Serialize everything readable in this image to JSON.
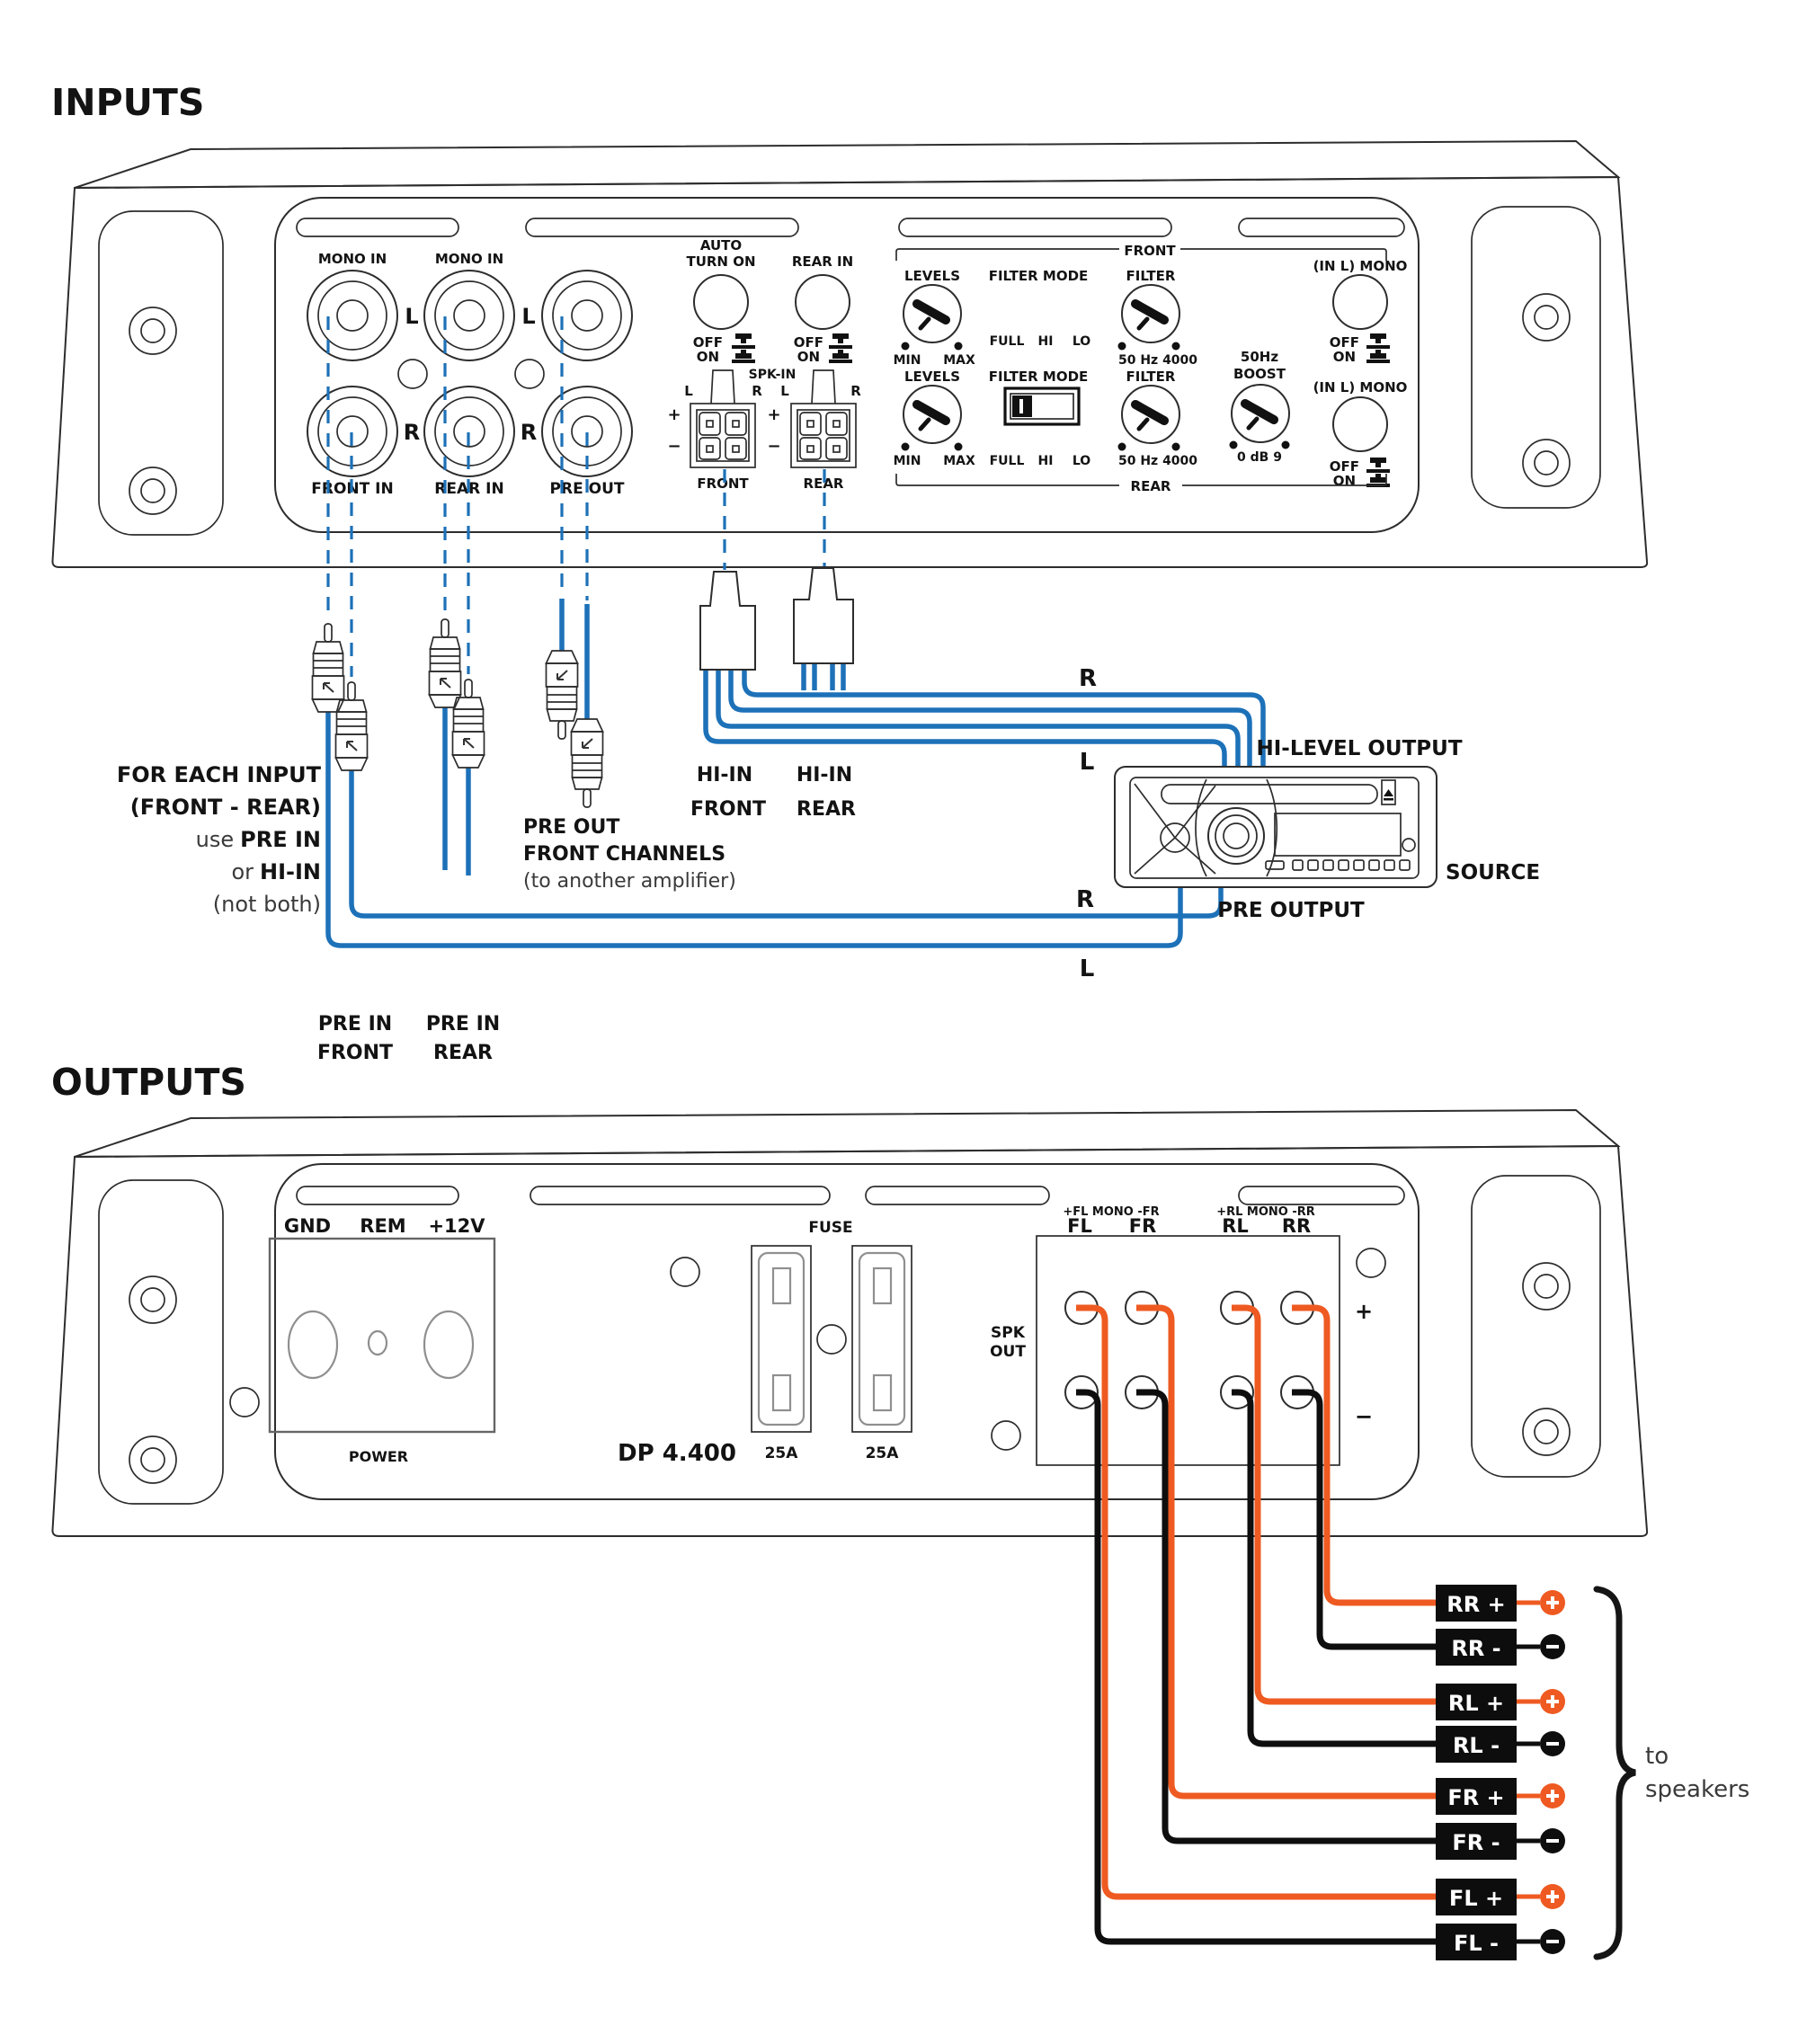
{
  "colors": {
    "wire_blue": "#1d71b8",
    "wire_orange": "#ee5a21",
    "wire_black": "#0e0e0e",
    "panel_line": "#2d2d2d",
    "text": "#131313"
  },
  "inputs_section": {
    "heading": "INPUTS",
    "panel": {
      "mono_in_1": "MONO IN",
      "mono_in_2": "MONO IN",
      "col1": {
        "l": "L",
        "r": "R",
        "name": "FRONT IN"
      },
      "col2": {
        "l": "L",
        "r": "R",
        "name": "REAR IN"
      },
      "col3": {
        "name": "PRE OUT"
      },
      "auto": {
        "l1": "AUTO",
        "l2": "TURN ON",
        "off": "OFF",
        "on": "ON"
      },
      "rearin": {
        "label": "REAR IN",
        "off": "OFF",
        "on": "ON"
      },
      "spkin": {
        "label": "SPK-IN",
        "front": {
          "l": "L",
          "r": "R",
          "plus": "+",
          "minus": "−",
          "caption": "FRONT"
        },
        "rear": {
          "l": "L",
          "r": "R",
          "plus": "+",
          "minus": "−",
          "caption": "REAR"
        }
      },
      "front_group": {
        "bracket": "FRONT",
        "levels": {
          "label": "LEVELS",
          "min": "MIN",
          "max": "MAX"
        },
        "mode": {
          "label": "FILTER MODE",
          "full": "FULL",
          "hi": "HI",
          "lo": "LO"
        },
        "filter": {
          "label": "FILTER",
          "scale": "50   Hz   4000"
        },
        "mono": {
          "label": "(IN L) MONO",
          "off": "OFF",
          "on": "ON"
        }
      },
      "rear_group": {
        "bracket": "REAR",
        "levels": {
          "label": "LEVELS",
          "min": "MIN",
          "max": "MAX"
        },
        "mode": {
          "label": "FILTER MODE",
          "full": "FULL",
          "hi": "HI",
          "lo": "LO"
        },
        "filter": {
          "label": "FILTER",
          "scale": "50   Hz   4000"
        },
        "boost": {
          "l1": "50Hz",
          "l2": "BOOST",
          "scale": "0   dB   9"
        },
        "mono": {
          "label": "(IN L) MONO",
          "off": "OFF",
          "on": "ON"
        }
      }
    },
    "callouts": {
      "note": [
        "FOR EACH INPUT",
        "(FRONT - REAR)",
        "use",
        "PRE IN",
        "or",
        "HI-IN",
        "(not both)"
      ],
      "pre_in_front": [
        "PRE IN",
        "FRONT"
      ],
      "pre_in_rear": [
        "PRE IN",
        "REAR"
      ],
      "pre_out": [
        "PRE OUT",
        "FRONT CHANNELS",
        "(to another amplifier)"
      ],
      "hi_in_front": [
        "HI-IN",
        "FRONT"
      ],
      "hi_in_rear": [
        "HI-IN",
        "REAR"
      ],
      "hi_level": "HI-LEVEL OUTPUT",
      "source": "SOURCE",
      "pre_output": "PRE OUTPUT"
    },
    "wires": {
      "hi_r": "R",
      "hi_l": "L",
      "pre_r": "R",
      "pre_l": "L"
    }
  },
  "outputs_section": {
    "heading": "OUTPUTS",
    "panel": {
      "power": {
        "gnd": "GND",
        "rem": "REM",
        "v12": "+12V",
        "caption": "POWER"
      },
      "model": "DP 4.400",
      "fuse": {
        "label": "FUSE",
        "a1": "25A",
        "a2": "25A"
      },
      "spkout": {
        "l1": "SPK",
        "l2": "OUT",
        "grp1": "+FL  MONO  -FR",
        "fl": "FL",
        "fr": "FR",
        "grp2": "+RL  MONO  -RR",
        "rl": "RL",
        "rr": "RR",
        "plus": "+",
        "minus": "−"
      }
    },
    "terminals": [
      {
        "label": "RR +",
        "polarity": "+"
      },
      {
        "label": "RR -",
        "polarity": "-"
      },
      {
        "label": "RL +",
        "polarity": "+"
      },
      {
        "label": "RL -",
        "polarity": "-"
      },
      {
        "label": "FR +",
        "polarity": "+"
      },
      {
        "label": "FR -",
        "polarity": "-"
      },
      {
        "label": "FL +",
        "polarity": "+"
      },
      {
        "label": "FL -",
        "polarity": "-"
      }
    ],
    "to_speakers": [
      "to",
      "speakers"
    ]
  }
}
